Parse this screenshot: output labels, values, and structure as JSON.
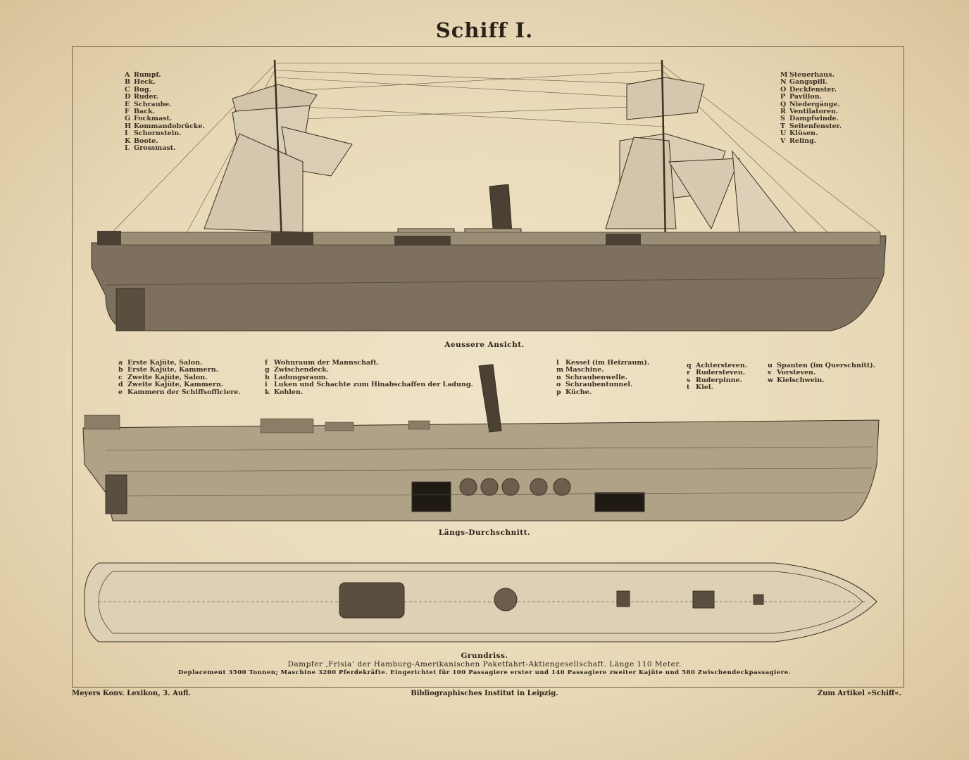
{
  "title": "Schiff I.",
  "legend_upper_left": [
    {
      "k": "A",
      "v": "Rumpf."
    },
    {
      "k": "B",
      "v": "Heck."
    },
    {
      "k": "C",
      "v": "Bug."
    },
    {
      "k": "D",
      "v": "Ruder."
    },
    {
      "k": "E",
      "v": "Schraube."
    },
    {
      "k": "F",
      "v": "Back."
    },
    {
      "k": "G",
      "v": "Fockmast."
    },
    {
      "k": "H",
      "v": "Kommandobrücke."
    },
    {
      "k": "I",
      "v": "Schornstein."
    },
    {
      "k": "K",
      "v": "Boote."
    },
    {
      "k": "L",
      "v": "Grossmast."
    }
  ],
  "legend_upper_right": [
    {
      "k": "M",
      "v": "Steuerhaus."
    },
    {
      "k": "N",
      "v": "Gangspill."
    },
    {
      "k": "O",
      "v": "Deckfenster."
    },
    {
      "k": "P",
      "v": "Pavillon."
    },
    {
      "k": "Q",
      "v": "Niedergänge."
    },
    {
      "k": "R",
      "v": "Ventilatoren."
    },
    {
      "k": "S",
      "v": "Dampfwinde."
    },
    {
      "k": "T",
      "v": "Seitenfenster."
    },
    {
      "k": "U",
      "v": "Klüsen."
    },
    {
      "k": "V",
      "v": "Reling."
    }
  ],
  "caption_exterior": "Aeussere Ansicht.",
  "legend_lower": [
    [
      {
        "k": "a",
        "v": "Erste Kajüte, Salon."
      },
      {
        "k": "b",
        "v": "Erste Kajüte, Kammern."
      },
      {
        "k": "c",
        "v": "Zweite Kajüte, Salon."
      },
      {
        "k": "d",
        "v": "Zweite Kajüte, Kammern."
      },
      {
        "k": "e",
        "v": "Kammern der Schiffsofficiere."
      }
    ],
    [
      {
        "k": "f",
        "v": "Wohnraum der Mannschaft."
      },
      {
        "k": "g",
        "v": "Zwischendeck."
      },
      {
        "k": "h",
        "v": "Ladungsraum."
      },
      {
        "k": "i",
        "v": "Luken und Schachte zum Hinabschaffen der Ladung."
      },
      {
        "k": "k",
        "v": "Kohlen."
      }
    ],
    [
      {
        "k": "l",
        "v": "Kessel (im Heizraum)."
      },
      {
        "k": "m",
        "v": "Maschine."
      },
      {
        "k": "n",
        "v": "Schraubenwelle."
      },
      {
        "k": "o",
        "v": "Schraubentunnel."
      },
      {
        "k": "p",
        "v": "Küche."
      }
    ],
    [
      {
        "k": "q",
        "v": "Achtersteven."
      },
      {
        "k": "r",
        "v": "Rudersteven."
      },
      {
        "k": "s",
        "v": "Ruderpinne."
      },
      {
        "k": "t",
        "v": "Kiel."
      }
    ],
    [
      {
        "k": "u",
        "v": "Spanten (im Querschnitt)."
      },
      {
        "k": "v",
        "v": "Vorsteven."
      },
      {
        "k": "w",
        "v": "Kielschwein."
      }
    ]
  ],
  "caption_section": "Längs-Durchschnitt.",
  "caption_plan": "Grundriss.",
  "caption_ship": "Dampfer ‚Frisia‘ der Hamburg-Amerikanischen Paketfahrt-Aktiengesellschaft.  Länge 110 Meter.",
  "caption_specs": "Deplacement 3500 Tonnen; Maschine 3200 Pferdekräfte.  Eingerichtet für 100 Passagiere erster und 140 Passagiere zweiter Kajüte und 580 Zwischendeckpassagiere.",
  "footer": {
    "left": "Meyers Konv. Lexikon, 3. Aufl.",
    "center": "Bibliographisches Institut in Leipzig.",
    "right": "Zum Artikel »Schiff«."
  }
}
